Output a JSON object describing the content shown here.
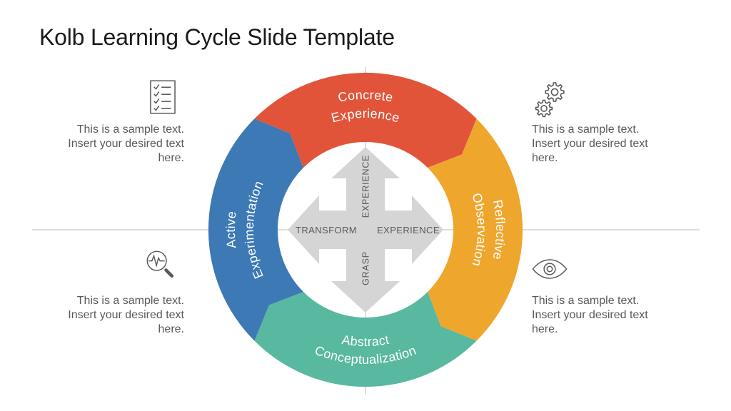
{
  "slide": {
    "title": "Kolb Learning Cycle Slide Template"
  },
  "diagram": {
    "hairline_color": "#BDBDBD",
    "center_arrow": {
      "color": "#D5D5D5",
      "label_top": "EXPERIENCE",
      "label_right": "EXPERIENCE",
      "label_bottom": "GRASP",
      "label_left": "TRANSFORM"
    },
    "segments": [
      {
        "name": "concrete-experience",
        "position": "top",
        "line1": "Concrete",
        "line2": "Experience",
        "color": "#E2543A"
      },
      {
        "name": "reflective-observation",
        "position": "right",
        "line1": "Reflective",
        "line2": "Observation",
        "color": "#EFA62D"
      },
      {
        "name": "abstract-conceptualization",
        "position": "bottom",
        "line1": "Abstract",
        "line2": "Conceptualization",
        "color": "#58B8A0"
      },
      {
        "name": "active-experimentation",
        "position": "left",
        "line1": "Active",
        "line2": "Experimentation",
        "color": "#3C79B5"
      }
    ]
  },
  "callouts": [
    {
      "position": "top-left",
      "icon": "checklist-icon",
      "lines": [
        "This is a sample text.",
        "Insert your desired text",
        "here."
      ]
    },
    {
      "position": "top-right",
      "icon": "gears-icon",
      "lines": [
        "This is a sample text.",
        "Insert your desired text",
        "here."
      ]
    },
    {
      "position": "bottom-left",
      "icon": "magnifier-pulse-icon",
      "lines": [
        "This is a sample text.",
        "Insert your desired text",
        "here."
      ]
    },
    {
      "position": "bottom-right",
      "icon": "eye-icon",
      "lines": [
        "This is a sample text.",
        "Insert your desired text",
        "here."
      ]
    }
  ],
  "colors": {
    "body_text": "#595959",
    "title_text": "#1A1A1A"
  }
}
